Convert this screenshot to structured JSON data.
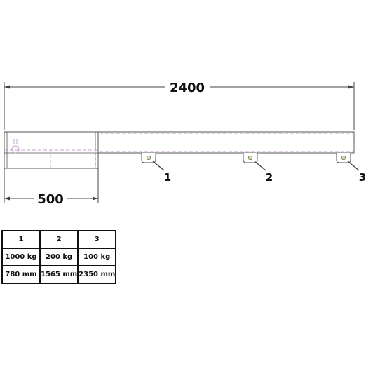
{
  "dimensions": {
    "overall_length": "2400",
    "stub_length": "500"
  },
  "callouts": [
    "1",
    "2",
    "3"
  ],
  "table": {
    "headers": [
      "1",
      "2",
      "3"
    ],
    "capacities": [
      "1000 kg",
      "200 kg",
      "100 kg"
    ],
    "distances": [
      "780 mm",
      "1565 mm",
      "2350 mm"
    ]
  },
  "colors": {
    "line": "#555555",
    "hidden": "#c9a0d6",
    "lug_hole": "#c8e6a0"
  }
}
